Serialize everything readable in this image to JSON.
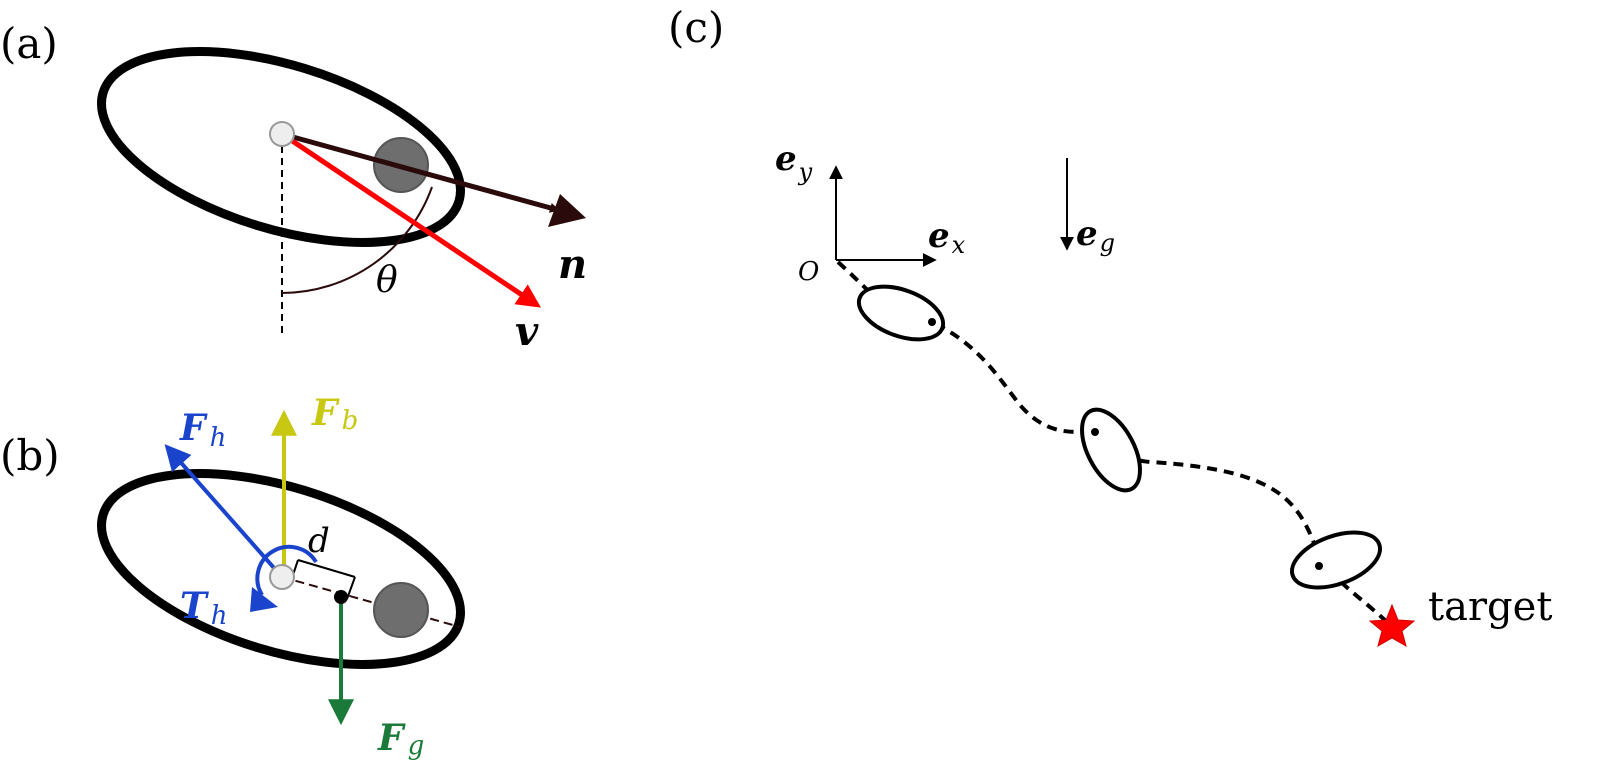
{
  "panels": {
    "a": {
      "label": "(a)",
      "n": "n",
      "v": "v",
      "theta": "θ"
    },
    "b": {
      "label": "(b)",
      "Fh": "F",
      "Fh_sub": "h",
      "Fb": "F",
      "Fb_sub": "b",
      "Th": "T",
      "Th_sub": "h",
      "Fg": "F",
      "Fg_sub": "g",
      "d": "d"
    },
    "c": {
      "label": "(c)",
      "ey": "e",
      "ey_sub": "y",
      "ex": "e",
      "ex_sub": "x",
      "eg": "e",
      "eg_sub": "g",
      "origin": "O",
      "target": "target"
    }
  },
  "colors": {
    "red": "#ff0000",
    "blue": "#1a44cc",
    "yellow": "#c8c813",
    "green": "#1a7a3a",
    "dark": "#2a0a0a",
    "gray": "#6e6e6e"
  }
}
